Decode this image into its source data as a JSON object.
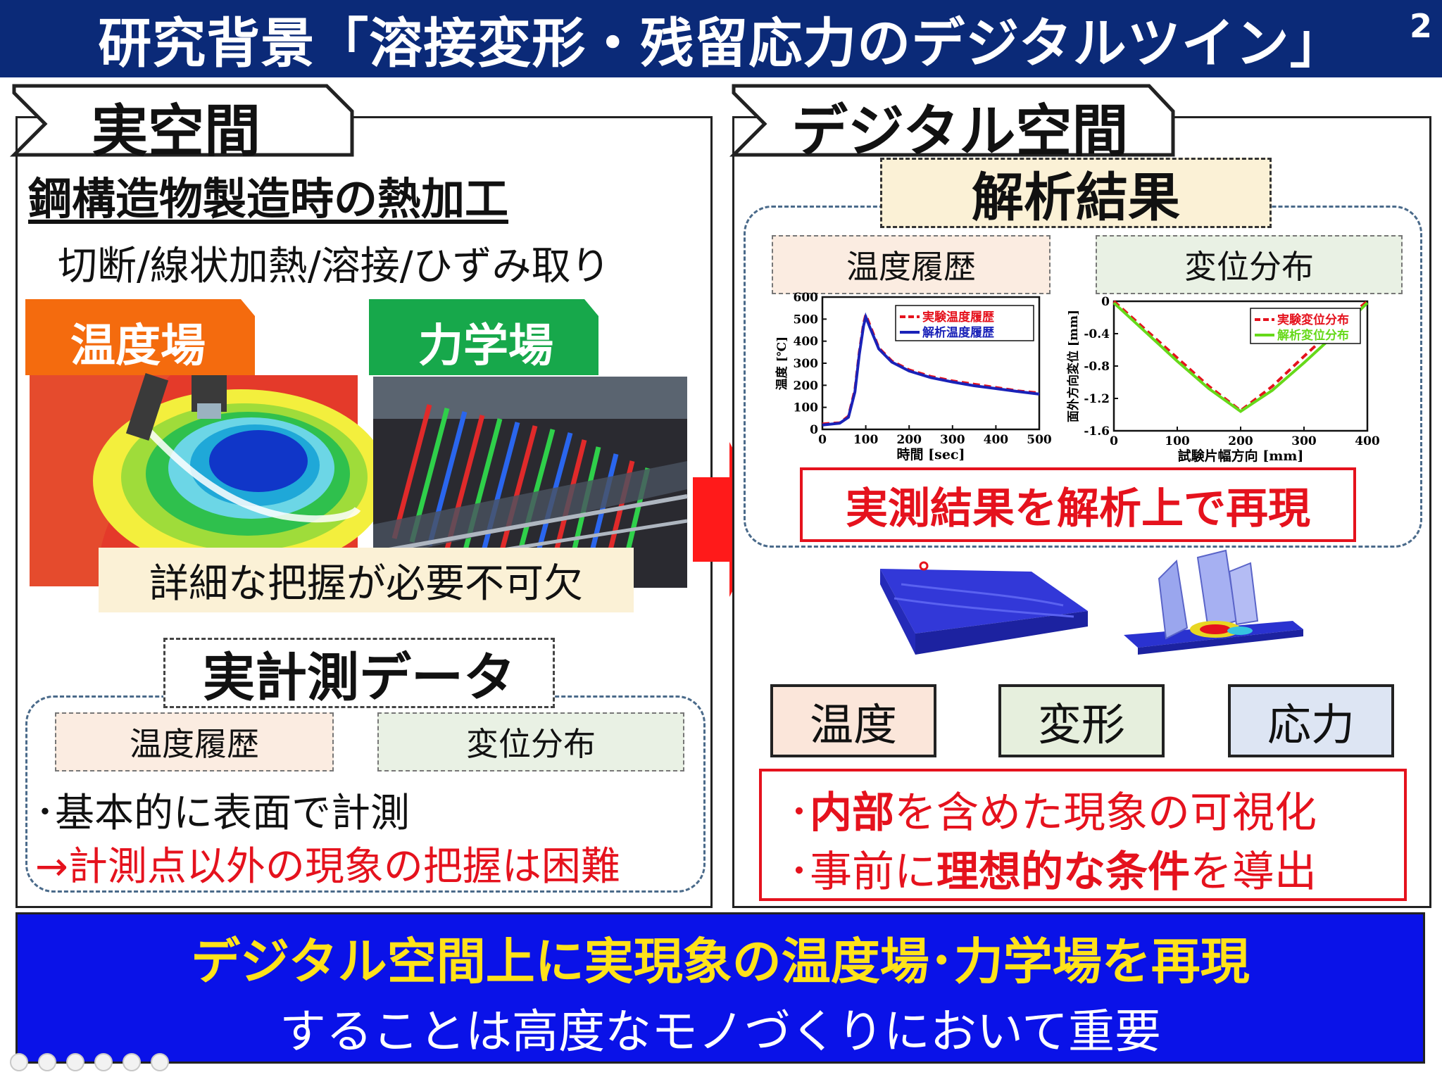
{
  "title": {
    "text": "研究背景「溶接変形・残留応力のデジタルツイン」",
    "page_number": "2"
  },
  "real_space": {
    "tab_label": "実空間",
    "heading": "鋼構造物製造時の熱加工",
    "processes": "切断/線状加熱/溶接/ひずみ取り",
    "temperature_banner": "温度場",
    "mechanics_banner": "力学場",
    "need_text": "詳細な把握が必要不可欠",
    "measurement": {
      "label": "実計測データ",
      "temp_history": "温度履歴",
      "displacement": "変位分布",
      "line1": "･基本的に表面で計測",
      "line2": "→計測点以外の現象の把握は困難"
    }
  },
  "digital_space": {
    "tab_label": "デジタル空間",
    "analysis_label": "解析結果",
    "temp_history": "温度履歴",
    "displacement": "変位分布",
    "result_text": "実測結果を解析上で再現",
    "outputs": [
      "温度",
      "変形",
      "応力"
    ],
    "benefit1": {
      "prefix": "･",
      "bold": "内部",
      "rest": "を含めた現象の可視化"
    },
    "benefit2": {
      "prefix": "･事前に",
      "bold": "理想的な条件",
      "rest": "を導出"
    }
  },
  "bottom": {
    "line1": "デジタル空間上に実現象の温度場･力学場を再現",
    "line2": "することは高度なモノづくりにおいて重要"
  },
  "colors": {
    "title_bg": "#0b2a78",
    "orange": "#f46b0e",
    "green": "#17a84b",
    "red": "#e5121d",
    "blue_bar": "#0a12e8",
    "yellow_text": "#ffe21a"
  },
  "chart_data": [
    {
      "type": "line",
      "xlabel": "時間 [sec]",
      "ylabel": "温度 [℃]",
      "xlim": [
        0,
        500
      ],
      "ylim": [
        0,
        600
      ],
      "xticks": [
        0,
        100,
        200,
        300,
        400,
        500
      ],
      "yticks": [
        0,
        100,
        200,
        300,
        400,
        500,
        600
      ],
      "legend_position": "top-right",
      "series": [
        {
          "name": "実験温度履歴",
          "color": "#e5121d",
          "dash": true,
          "x": [
            0,
            40,
            60,
            75,
            85,
            95,
            100,
            110,
            130,
            160,
            200,
            250,
            300,
            350,
            400,
            450,
            500
          ],
          "y": [
            25,
            30,
            60,
            180,
            350,
            480,
            520,
            470,
            370,
            310,
            270,
            240,
            220,
            205,
            190,
            175,
            165
          ]
        },
        {
          "name": "解析温度履歴",
          "color": "#1a22b8",
          "dash": false,
          "x": [
            0,
            40,
            60,
            75,
            85,
            95,
            100,
            110,
            130,
            160,
            200,
            250,
            300,
            350,
            400,
            450,
            500
          ],
          "y": [
            20,
            28,
            55,
            170,
            340,
            470,
            510,
            460,
            365,
            305,
            265,
            235,
            215,
            198,
            185,
            172,
            160
          ]
        }
      ]
    },
    {
      "type": "line",
      "xlabel": "試験片幅方向 [mm]",
      "ylabel": "面外方向変位 [mm]",
      "xlim": [
        0,
        400
      ],
      "ylim": [
        -1.6,
        0.0
      ],
      "xticks": [
        0,
        100,
        200,
        300,
        400
      ],
      "yticks": [
        0.0,
        -0.4,
        -0.8,
        -1.2,
        -1.6
      ],
      "legend_position": "top-right",
      "series": [
        {
          "name": "実験変位分布",
          "color": "#e5121d",
          "dash": true,
          "x": [
            0,
            50,
            100,
            150,
            200,
            250,
            300,
            350,
            400
          ],
          "y": [
            0.0,
            -0.35,
            -0.7,
            -1.05,
            -1.35,
            -1.05,
            -0.68,
            -0.32,
            0.0
          ]
        },
        {
          "name": "解析変位分布",
          "color": "#66d91a",
          "dash": false,
          "x": [
            0,
            50,
            100,
            150,
            200,
            250,
            300,
            350,
            400
          ],
          "y": [
            -0.02,
            -0.38,
            -0.74,
            -1.08,
            -1.36,
            -1.1,
            -0.76,
            -0.4,
            -0.02
          ]
        }
      ]
    }
  ]
}
